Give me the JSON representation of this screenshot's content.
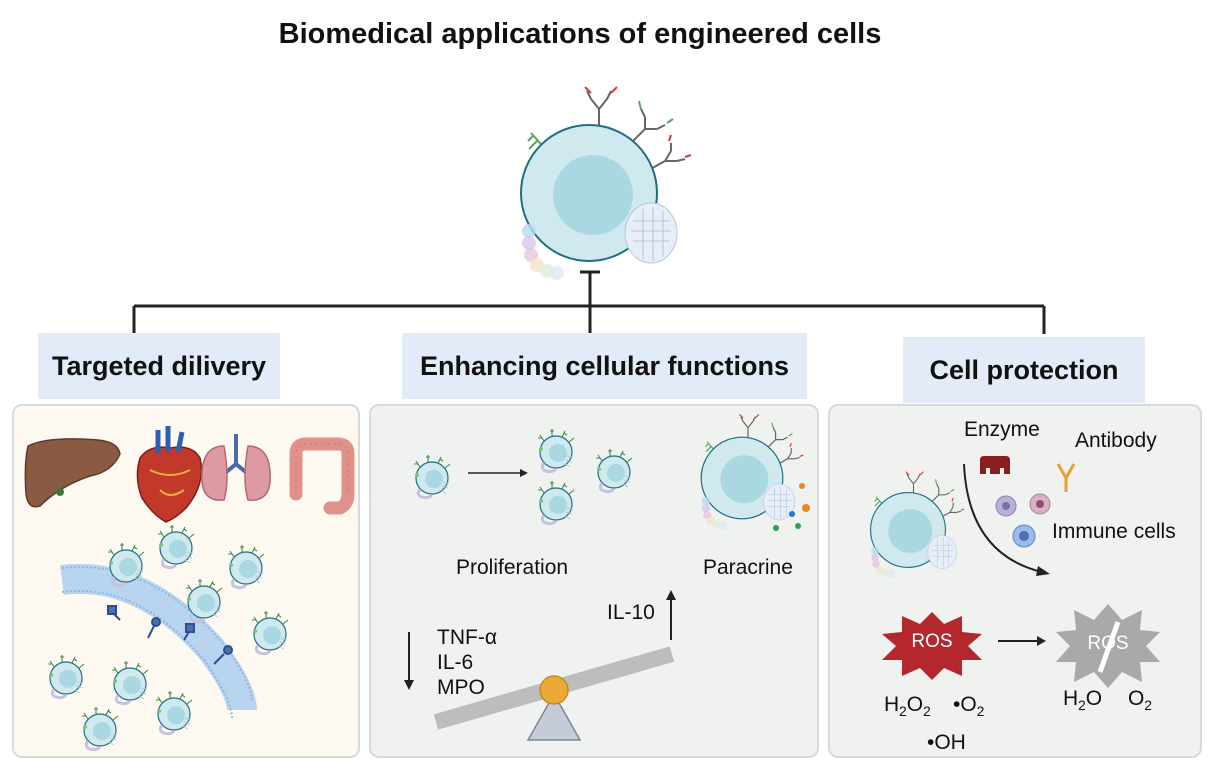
{
  "title": "Biomedical applications of engineered cells",
  "sections": {
    "targeted": {
      "title": "Targeted dilivery"
    },
    "enhancing": {
      "title": "Enhancing cellular functions",
      "proliferation": "Proliferation",
      "paracrine": "Paracrine",
      "il10": "IL-10",
      "tnf": "TNF-α",
      "il6": "IL-6",
      "mpo": "MPO"
    },
    "protection": {
      "title": "Cell protection",
      "enzyme": "Enzyme",
      "antibody": "Antibody",
      "immune": "Immune cells",
      "ros": "ROS",
      "ros_neutralized": "ROS",
      "h2o2_base": "H",
      "h2o2_sub1": "2",
      "h2o2_mid": "O",
      "h2o2_sub2": "2",
      "o2rad_base": "•O",
      "o2rad_sub": "2",
      "oh": "•OH",
      "h2o_base": "H",
      "h2o_sub": "2",
      "h2o_end": "O",
      "o2_base": "O",
      "o2_sub": "2"
    }
  },
  "colors": {
    "header_bg": "#e2ebf7",
    "panel1_bg": "#fdf9f1",
    "panel_bg": "#eff2ef",
    "cell_fill": "#cfe9ef",
    "cell_stroke": "#1f6e82",
    "nucleus": "#a9d7e2",
    "ros_red": "#b3272d",
    "ros_gray": "#a9a9a9"
  }
}
